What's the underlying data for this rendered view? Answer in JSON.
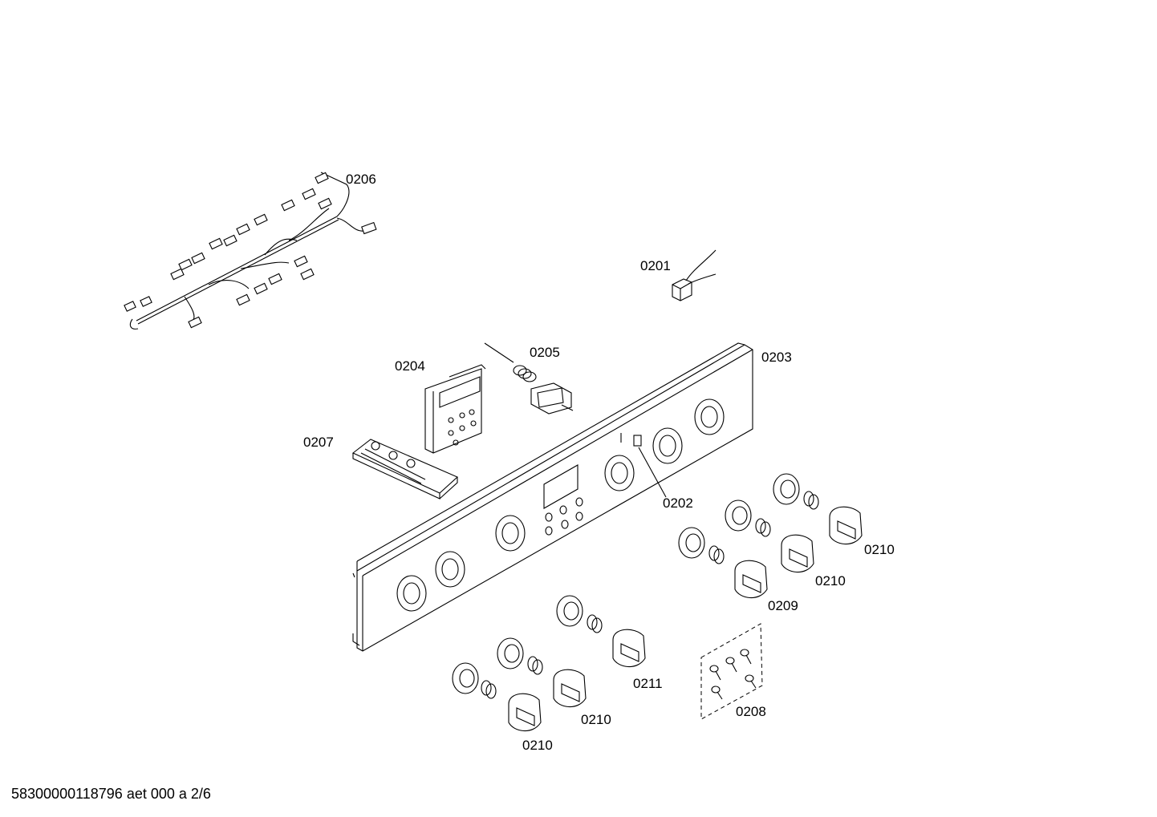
{
  "labels": {
    "p0201": "0201",
    "p0202": "0202",
    "p0203": "0203",
    "p0204": "0204",
    "p0205": "0205",
    "p0206": "0206",
    "p0207": "0207",
    "p0208": "0208",
    "p0209": "0209",
    "p0210a": "0210",
    "p0210b": "0210",
    "p0210c": "0210",
    "p0210d": "0210",
    "p0211": "0211"
  },
  "footer": {
    "doc_id": "58300000118796 aet 000 a 2/6"
  }
}
